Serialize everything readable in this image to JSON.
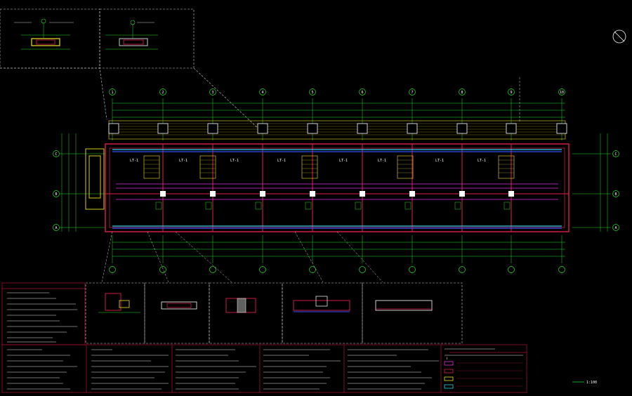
{
  "drawing": {
    "axis_labels_top": [
      "1",
      "2",
      "3",
      "4",
      "5",
      "6",
      "7",
      "8",
      "9",
      "10"
    ],
    "axis_labels_side": [
      "C",
      "B",
      "A"
    ],
    "stair_labels": [
      "LT-1",
      "LT-1",
      "LT-1",
      "LT-1",
      "LT-1",
      "LT-1",
      "LT-1",
      "LT-1"
    ],
    "notes_title": "Ⅰ",
    "scale_text": "1:100",
    "colors": {
      "background": "#000000",
      "wall_red": "#e0204a",
      "dim_green": "#20e020",
      "annot_white": "#ffffff",
      "stair_yellow": "#f0e020",
      "cyan": "#30d0f0",
      "magenta": "#e030e0",
      "blue": "#3050ff",
      "frame": "#b01030"
    }
  }
}
